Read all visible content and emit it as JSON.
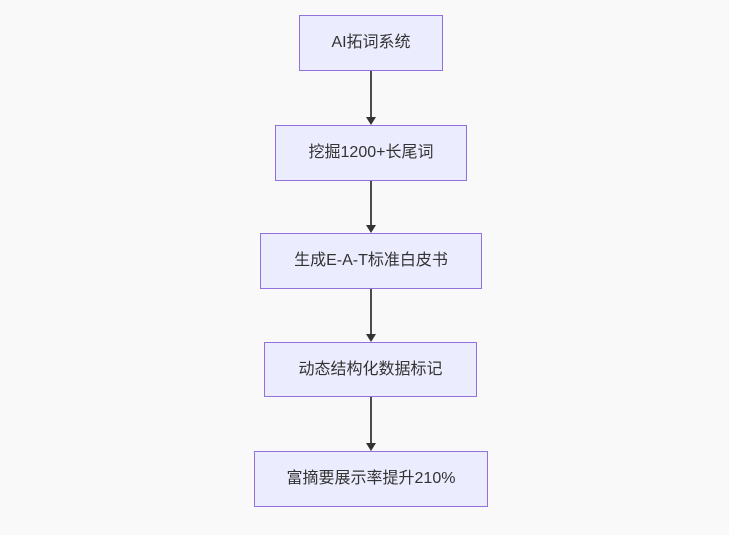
{
  "diagram": {
    "type": "flowchart",
    "direction": "top-down",
    "nodes": [
      {
        "id": "1",
        "label": "AI拓词系统"
      },
      {
        "id": "2",
        "label": "挖掘1200+长尾词"
      },
      {
        "id": "3",
        "label": "生成E-A-T标准白皮书"
      },
      {
        "id": "4",
        "label": "动态结构化数据标记"
      },
      {
        "id": "5",
        "label": "富摘要展示率提升210%"
      }
    ],
    "edges": [
      {
        "from": "1",
        "to": "2"
      },
      {
        "from": "2",
        "to": "3"
      },
      {
        "from": "3",
        "to": "4"
      },
      {
        "from": "4",
        "to": "5"
      }
    ],
    "colors": {
      "background": "#f9f9f9",
      "node_fill": "#ececff",
      "node_border": "#9370db",
      "arrow": "#333333",
      "text": "#333333"
    }
  }
}
